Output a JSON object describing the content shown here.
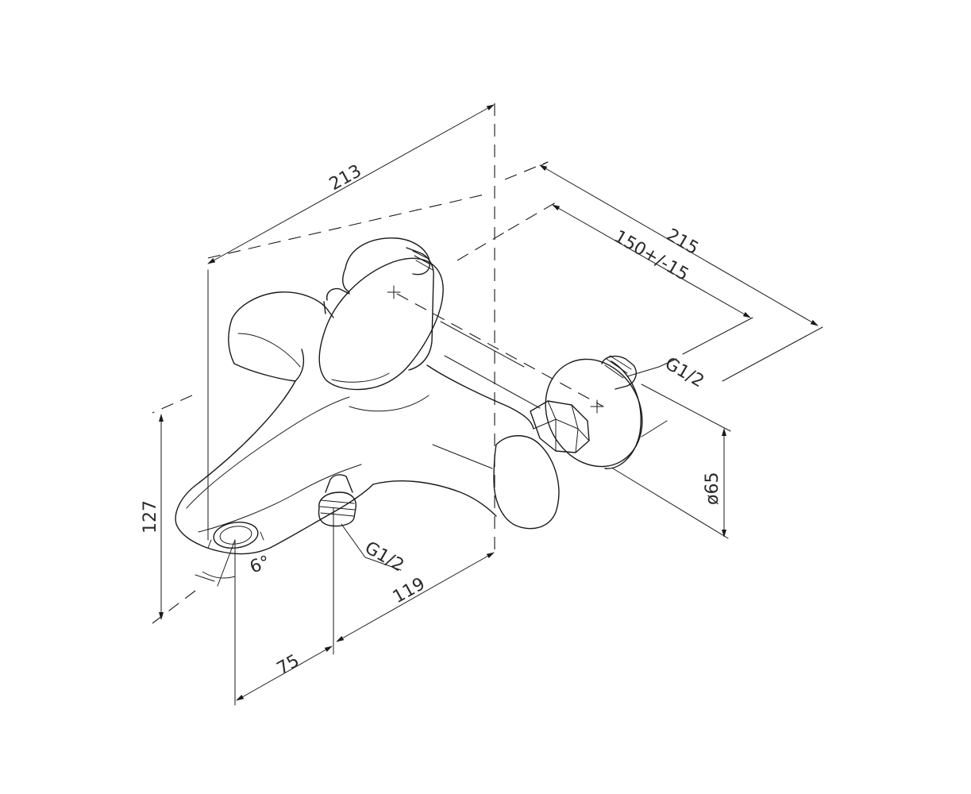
{
  "dimensions": {
    "overall_length": "213",
    "depth": "215",
    "connection_spacing": "150+/-15",
    "height": "127",
    "spout_offset": "75",
    "inlet_offset": "119",
    "rosette_diameter": "ø65",
    "spout_angle": "6°"
  },
  "threads": {
    "wall_connection": "G1/2",
    "bottom_outlet": "G1/2"
  },
  "colors": {
    "line": "#1a1a1a",
    "text": "#2a2a2a",
    "background": "#ffffff"
  }
}
